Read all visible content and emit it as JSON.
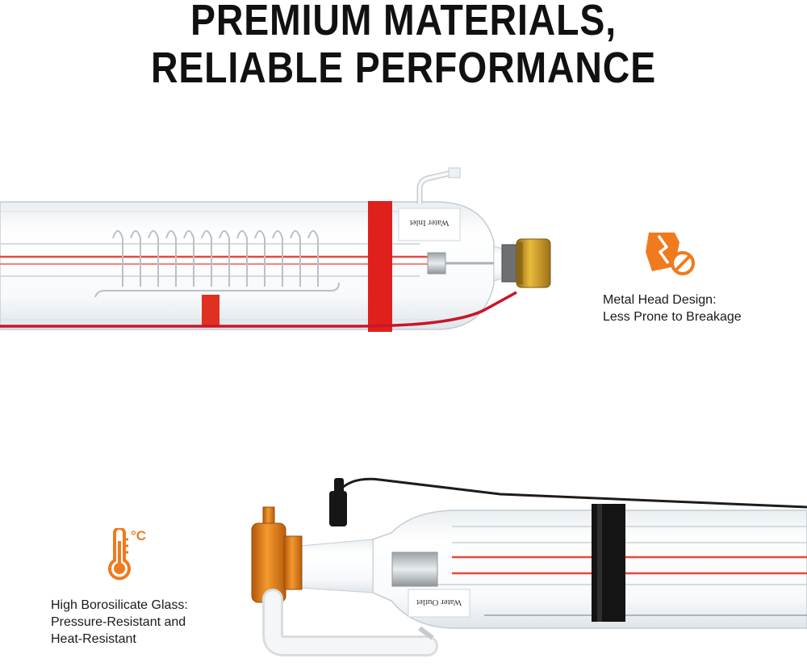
{
  "headline": {
    "line1": "PREMIUM MATERIALS,",
    "line2": "RELIABLE PERFORMANCE"
  },
  "tube_labels": {
    "inlet": "Water Inlet",
    "outlet": "Water Outlet"
  },
  "features": [
    {
      "icon": "broken-shield-no-icon",
      "title": "Metal Head Design:",
      "detail": "Less Prone to Breakage"
    },
    {
      "icon": "thermometer-celsius-icon",
      "unit": "°C",
      "title": "High Borosilicate Glass:",
      "detail1": "Pressure-Resistant and",
      "detail2": "Heat-Resistant"
    }
  ],
  "colors": {
    "accent": "#f07a1e",
    "laser": "#e8483e",
    "band": "#e0201c",
    "brass": "#c9951f",
    "copper": "#e07b12"
  }
}
